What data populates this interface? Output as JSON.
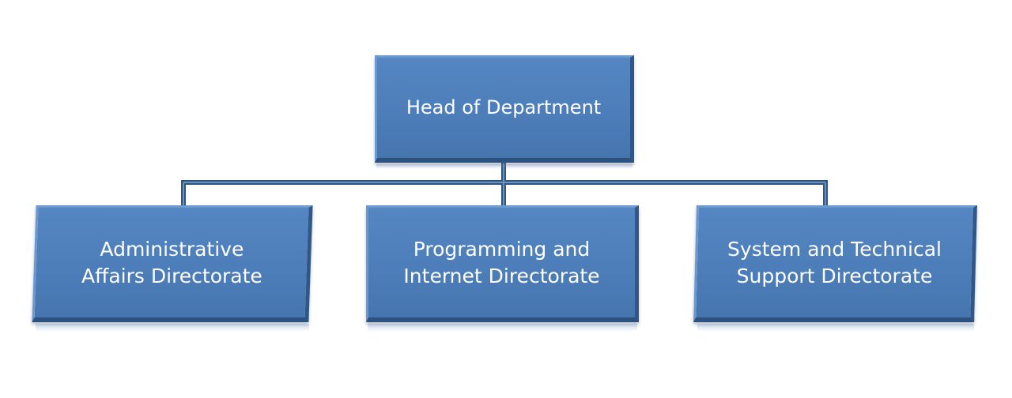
{
  "org_chart": {
    "head": {
      "label": "Head of Department"
    },
    "directorates": [
      {
        "label": "Administrative\nAffairs Directorate"
      },
      {
        "label": "Programming and\nInternet Directorate"
      },
      {
        "label": "System and Technical\nSupport Directorate"
      }
    ]
  },
  "colors": {
    "box_fill": "#4d7eb9",
    "box_dark_edge": "#2b5281",
    "connector": "#35618f",
    "text": "#ffffff",
    "background": "#ffffff"
  }
}
